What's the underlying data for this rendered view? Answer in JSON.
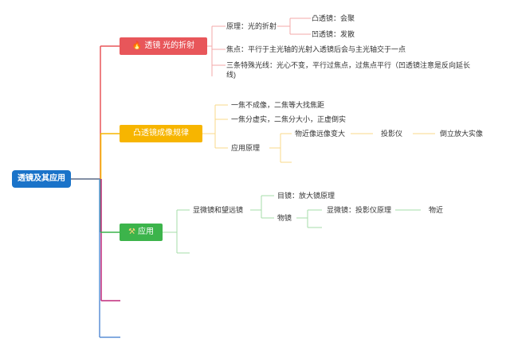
{
  "root": {
    "label": "透镜及其应用"
  },
  "branches": [
    {
      "label": "透镜 光的折射",
      "icon": "fire-icon",
      "color": "#e8565a",
      "children": {
        "principle": "原理：光的折射",
        "convex": "凸透镜：会聚",
        "concave": "凹透镜：发散",
        "focus": "焦点：平行于主光轴的光射入透镜后会与主光轴交于一点",
        "rays_line1": "三条特殊光线：光心不变，平行过焦点，过焦点平行（凹透镜注意是反向延长",
        "rays_line2": "线)"
      }
    },
    {
      "label": "凸透镜成像规律",
      "icon": "",
      "color": "#f7b500",
      "children": {
        "rule1": "一焦不成像，二焦等大找焦距",
        "rule2": "一焦分虚实，二焦分大小，正虚倒实",
        "apply": "应用原理",
        "near_far": "物近像远像变大",
        "projector": "投影仪",
        "inverted": "倒立放大实像"
      }
    },
    {
      "label": "应用",
      "icon": "tools-icon",
      "color": "#3cb44b",
      "children": {
        "scopes": "显微镜和望远镜",
        "eyepiece": "目镜：放大镜原理",
        "objective": "物镜",
        "micro_obj": "显微镜：投影仪原理",
        "near": "物近"
      }
    }
  ],
  "extra_branch_colors": [
    "#c0287a",
    "#5b8fd6"
  ]
}
